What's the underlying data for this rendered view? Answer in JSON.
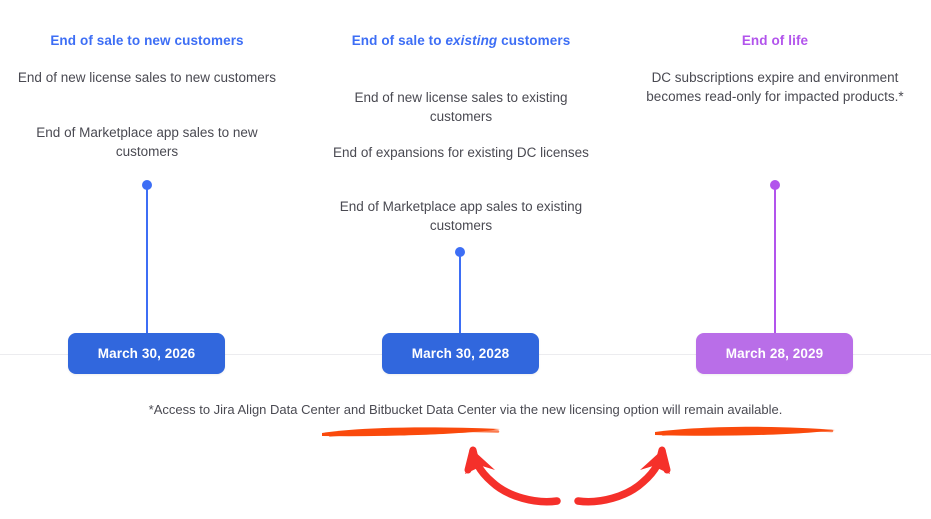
{
  "theme": {
    "background": "#ffffff",
    "accent_blue": "#3d6ef5",
    "accent_purple": "#b254ec",
    "badge_blue": "#3167dd",
    "badge_purple": "#b96ee8",
    "body_text": "#4a4a52",
    "baseline": "#ececef",
    "annotation_red": "#f5302a",
    "annotation_orange": "#fa4a0c"
  },
  "milestones": [
    {
      "heading_prefix": "End of sale to new customers",
      "heading_emphasis": "",
      "heading_suffix": "",
      "heading_color": "#3d6ef5",
      "body": [
        "End of new license sales to new customers",
        "End of Marketplace app sales to new customers"
      ],
      "date": "March 30, 2026",
      "accent": "blue"
    },
    {
      "heading_prefix": "End of sale to ",
      "heading_emphasis": "existing",
      "heading_suffix": " customers",
      "heading_color": "#3d6ef5",
      "body": [
        "End of new license sales to existing customers",
        "End of expansions for existing DC licenses",
        "End of Marketplace app sales to existing customers"
      ],
      "date": "March 30, 2028",
      "accent": "blue"
    },
    {
      "heading_prefix": "End of life",
      "heading_emphasis": "",
      "heading_suffix": "",
      "heading_color": "#b254ec",
      "body": [
        "DC subscriptions expire and environment becomes read-only for impacted products.*"
      ],
      "date": "March 28, 2029",
      "accent": "purple"
    }
  ],
  "footnote": "*Access to Jira Align Data Center and Bitbucket Data Center via the new licensing option will remain available.",
  "annotations": {
    "underline_left_label": "red-underline-stroke-left",
    "underline_right_label": "red-underline-stroke-right",
    "arrow_left_label": "red-curved-arrow-left",
    "arrow_right_label": "red-curved-arrow-right"
  }
}
